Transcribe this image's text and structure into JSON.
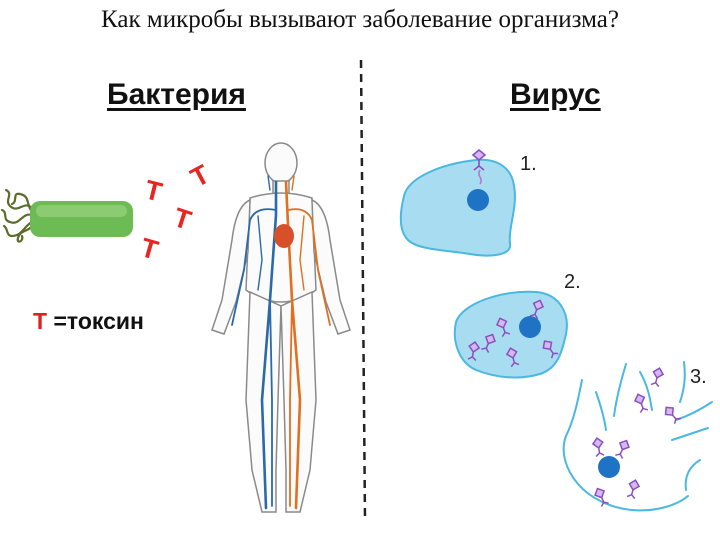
{
  "title": "Как микробы вызывают заболевание организма?",
  "headings": {
    "bacteria": "Бактерия",
    "virus": "Вирус"
  },
  "toxin_letter": "T",
  "legend": {
    "symbol": "T",
    "text": "=токсин"
  },
  "steps": [
    "1.",
    "2.",
    "3."
  ],
  "colors": {
    "toxin": "#e8251f",
    "bacterium": "#6dbb55",
    "flagella": "#5b6b2a",
    "cell_fill": "#a8dcf0",
    "cell_outline": "#4ab8e0",
    "nucleus": "#1f73c4",
    "virus": "#8a4fc0",
    "artery": "#e07020",
    "vein": "#2a6aa8"
  }
}
